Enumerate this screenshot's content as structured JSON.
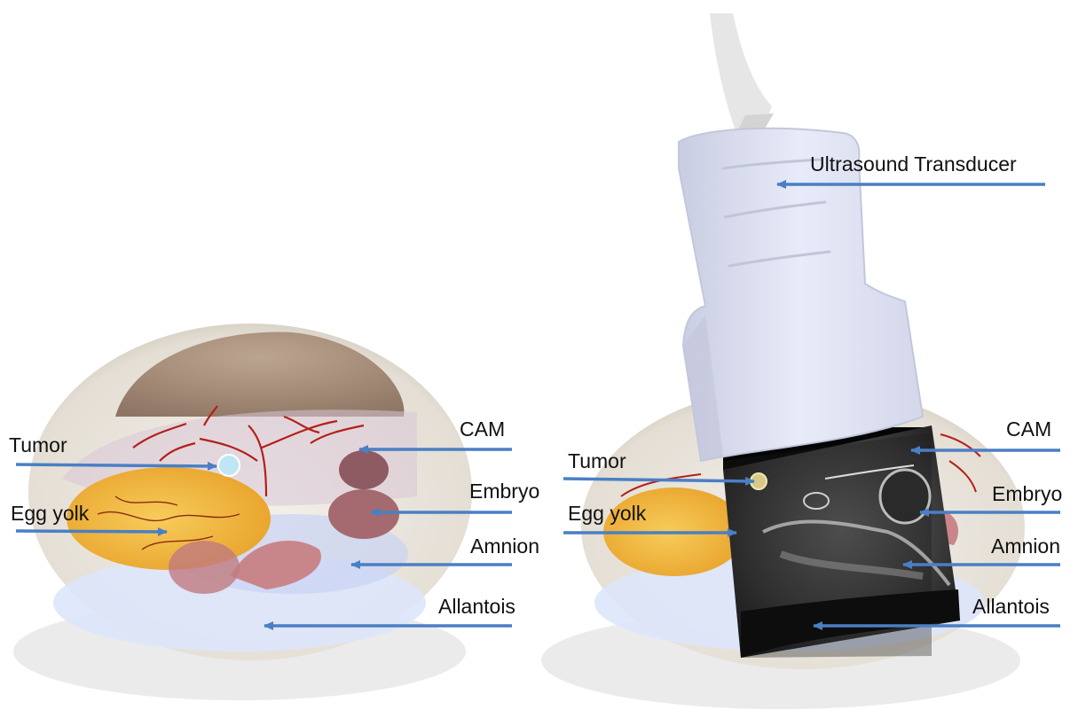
{
  "colors": {
    "arrow": "#4a7fc4",
    "shell_outer": "#e9e4dc",
    "shell_inner": "#a68c76",
    "yolk": "#f0b83a",
    "vessel": "#b3201a",
    "embryo": "#a46a6f",
    "tumor": "#bfe6f5",
    "allantois": "#dde6fb",
    "transducer": "#dde1f2",
    "ultrasound_bg": "#141414"
  },
  "left_diagram": {
    "labels": {
      "tumor": "Tumor",
      "egg_yolk": "Egg yolk",
      "cam": "CAM",
      "embryo": "Embryo",
      "amnion": "Amnion",
      "allantois": "Allantois"
    }
  },
  "right_diagram": {
    "labels": {
      "transducer": "Ultrasound Transducer",
      "tumor": "Tumor",
      "egg_yolk": "Egg yolk",
      "cam": "CAM",
      "embryo": "Embryo",
      "amnion": "Amnion",
      "allantois": "Allantois"
    }
  }
}
